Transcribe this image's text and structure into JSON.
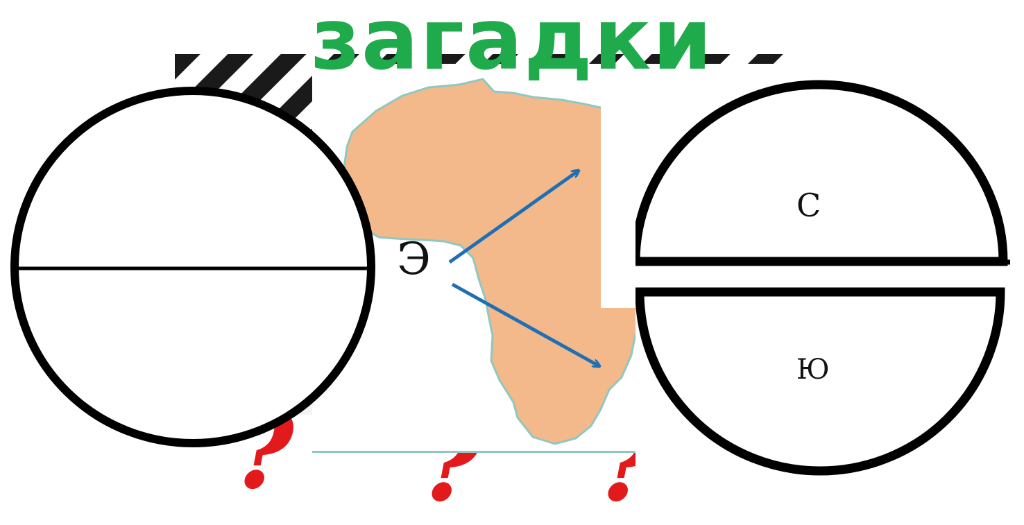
{
  "title": {
    "text": "загадки",
    "color": "#1faa4b"
  },
  "question_marks": {
    "symbol": "?",
    "color": "#e31a1c"
  },
  "africa_map": {
    "equator_label": "Э",
    "land_color": "#f3b98a",
    "coast_color": "#8fc7c1",
    "arrow_color": "#1f6fb6"
  },
  "hemisphere_diagram": {
    "north_label": "С",
    "south_label": "Ю"
  },
  "colors": {
    "stroke": "#000000",
    "stripe_panel_bg": "#f4f4f4"
  }
}
